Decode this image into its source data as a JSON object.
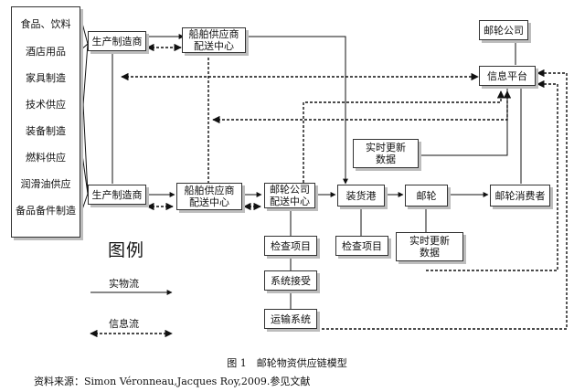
{
  "supply_categories": [
    "食品、饮料",
    "酒店用品",
    "家具制造",
    "技术供应",
    "装备制造",
    "燃料供应",
    "润滑油供应",
    "备品备件制造"
  ],
  "boxes": {
    "producer_top": "生产制造商",
    "ship_supplier_top": [
      "船舶供应商",
      "配送中心"
    ],
    "cruise_company": "邮轮公司",
    "info_platform": "信息平台",
    "realtime_data_top": [
      "实时更新",
      "数据"
    ],
    "producer_bottom": "生产制造商",
    "ship_supplier_bottom": [
      "船舶供应商",
      "配送中心"
    ],
    "cruise_distribution": [
      "邮轮公司",
      "配送中心"
    ],
    "loading_port": "装货港",
    "cruise_ship": "邮轮",
    "cruise_consumer": "邮轮消费者",
    "inspection_1": "检查项目",
    "inspection_2": "检查项目",
    "realtime_data_bottom": [
      "实时更新",
      "数据"
    ],
    "system_receive": "系统接受",
    "transport_system": "运输系统"
  },
  "legend": {
    "title": "图例",
    "physical_flow": "实物流",
    "information_flow": "信息流"
  },
  "caption": "图 1　邮轮物资供应链模型",
  "source": "资料来源：Simon Véronneau,Jacques Roy,2009.参见文献"
}
